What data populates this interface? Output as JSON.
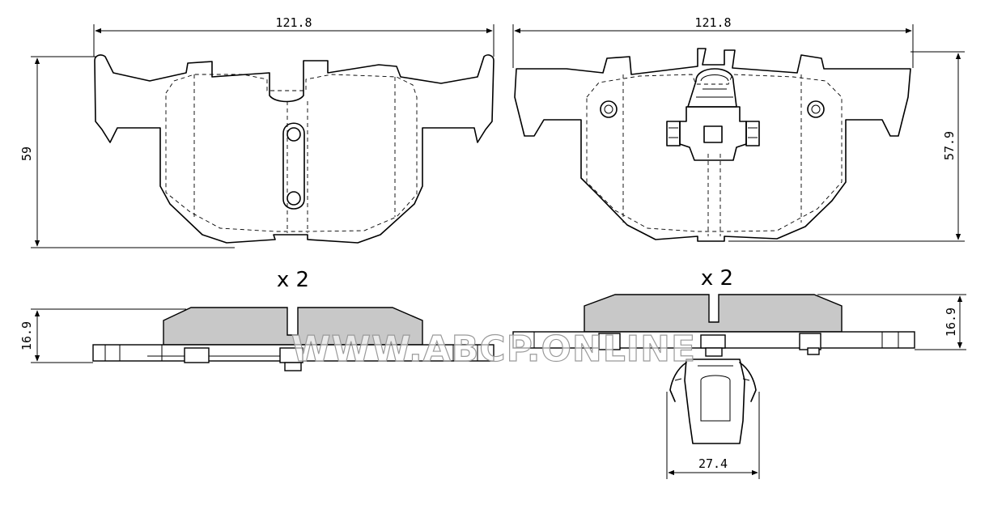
{
  "dimensions": {
    "left_width": "121.8",
    "right_width": "121.8",
    "left_height": "59",
    "right_height": "57.9",
    "left_thickness": "16.9",
    "right_thickness": "16.9",
    "clip_width": "27.4"
  },
  "quantities": {
    "left": "x 2",
    "right": "x 2"
  },
  "watermark": "WWW.ABCP.ONLINE"
}
